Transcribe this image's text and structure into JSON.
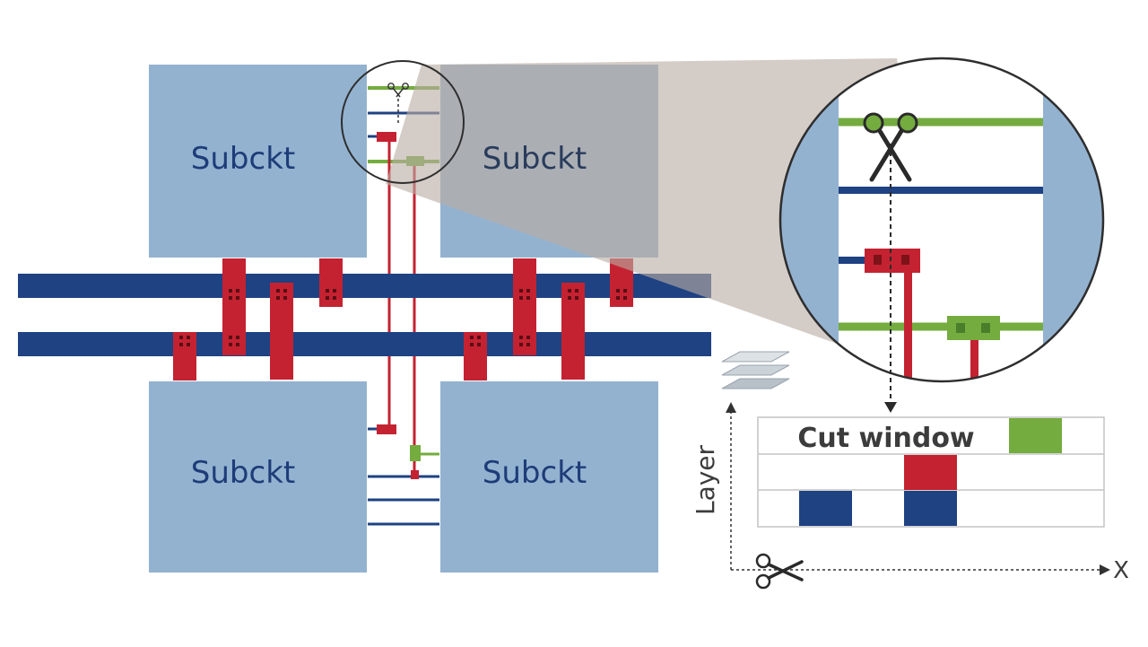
{
  "subcircuits": {
    "top_left": "Subckt",
    "top_right": "Subckt",
    "bottom_left": "Subckt",
    "bottom_right": "Subckt"
  },
  "cut_window": {
    "label": "Cut window"
  },
  "axes": {
    "y_label": "Layer",
    "x_label": "X"
  },
  "icons": [
    "scissors-icon",
    "layer-stack-icon"
  ],
  "colors": {
    "block": "#93b2d0",
    "block_dark": "#8394a6",
    "magnifier_shade": "#b9b1aa",
    "metal_blue": "#1e4282",
    "metal_red": "#c42231",
    "metal_green": "#74ac3f",
    "via_dark": "#6d1218",
    "text_dark_blue": "#1e3c78",
    "text_gray": "#3c3c3c"
  }
}
